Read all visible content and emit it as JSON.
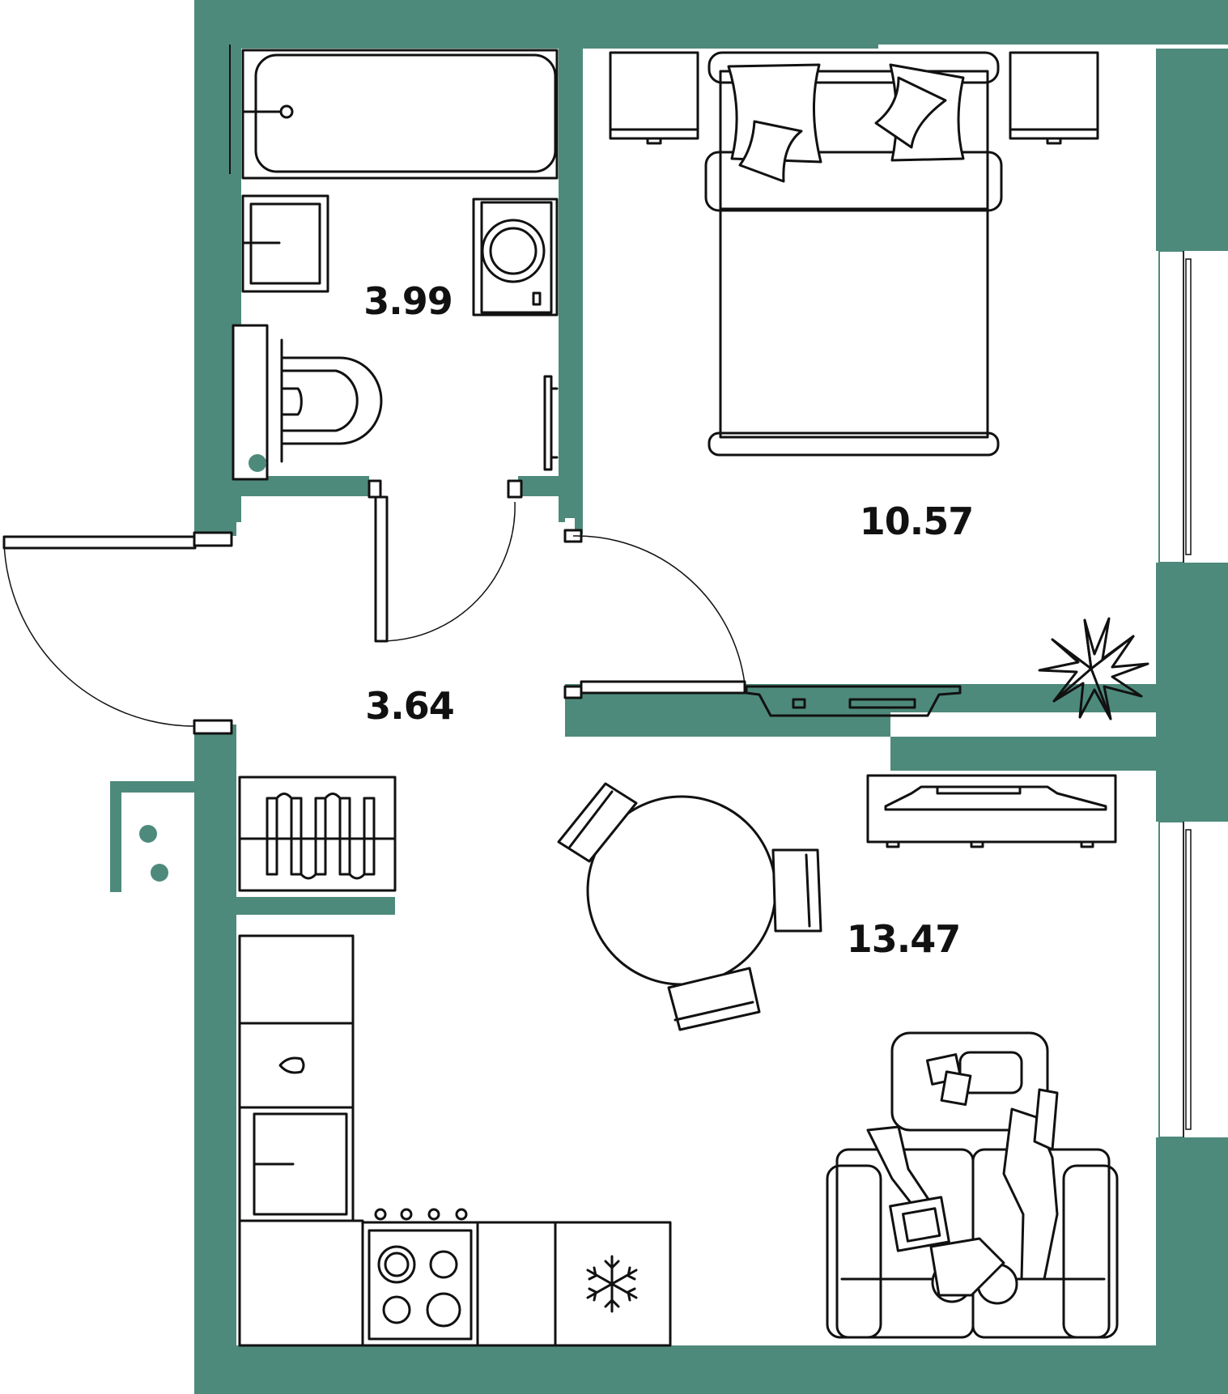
{
  "colors": {
    "wall": "#4e8a7c",
    "furniture_stroke": "#111111",
    "background": "#ffffff"
  },
  "rooms": [
    {
      "id": "bathroom",
      "area": "3.99"
    },
    {
      "id": "bedroom",
      "area": "10.57"
    },
    {
      "id": "hallway",
      "area": "3.64"
    },
    {
      "id": "living-kitchen",
      "area": "13.47"
    }
  ],
  "icons": [
    "bathtub-icon",
    "sink-icon",
    "washing-machine-icon",
    "toilet-icon",
    "towel-rail-icon",
    "bed-icon",
    "nightstand-icon",
    "pillow-icon",
    "plant-icon",
    "tv-stand-icon",
    "shoe-rack-icon",
    "dining-table-icon",
    "chair-icon",
    "fridge-icon",
    "stove-icon",
    "kitchen-sink-icon",
    "sofa-icon",
    "coffee-table-icon",
    "people-icon",
    "snowflake-icon"
  ]
}
